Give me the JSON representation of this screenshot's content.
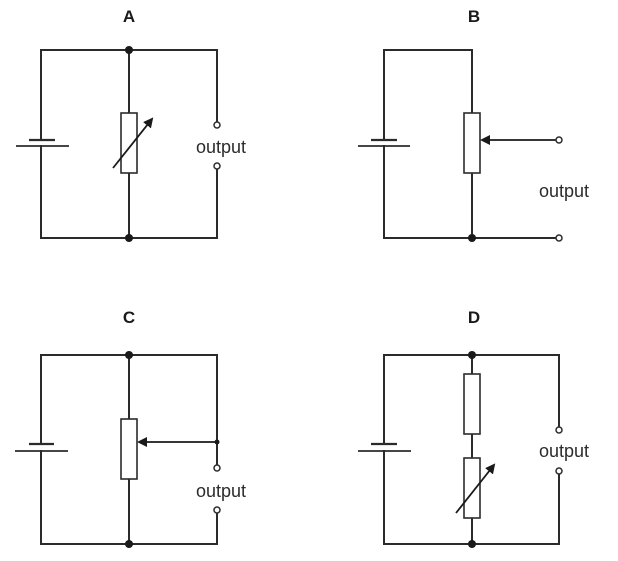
{
  "diagram": {
    "type": "circuit-options",
    "circuits": [
      {
        "label": "A",
        "components": [
          "cell",
          "variable-resistor"
        ],
        "output_label": "output",
        "output_across": "open terminals in right branch (parallel with variable resistor)"
      },
      {
        "label": "B",
        "components": [
          "cell",
          "potentiometer"
        ],
        "output_label": "output",
        "output_across": "slider and bottom junction"
      },
      {
        "label": "C",
        "components": [
          "cell",
          "potentiometer"
        ],
        "output_label": "output",
        "output_across": "open terminals in right branch (slider connected to right wire)"
      },
      {
        "label": "D",
        "components": [
          "cell",
          "fixed-resistor",
          "variable-resistor"
        ],
        "output_label": "output",
        "output_across": "open terminals in right branch (parallel with series resistors)"
      }
    ]
  }
}
